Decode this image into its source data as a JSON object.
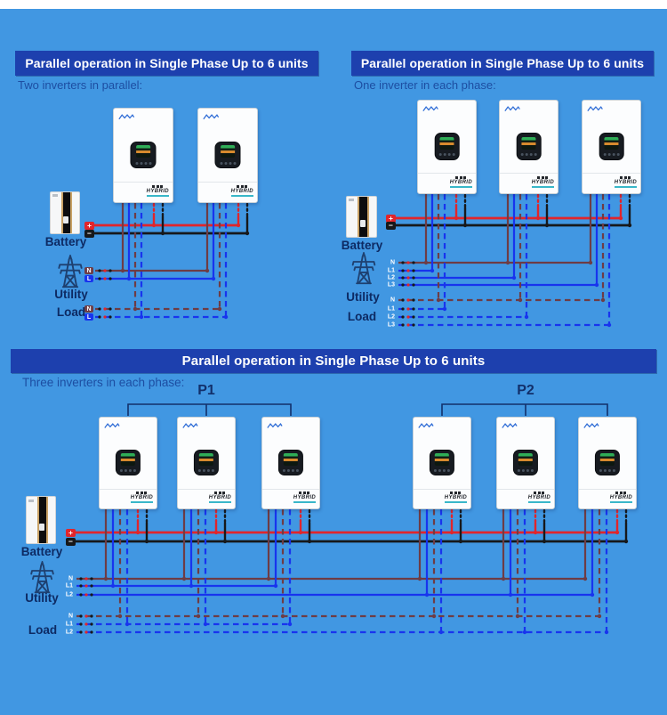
{
  "page": {
    "background_color": "#4197e2",
    "title_bar_color": "#1d40ae"
  },
  "panels": {
    "top_left": {
      "title": "Parallel operation in Single Phase Up to 6 units",
      "subtitle": "Two inverters in parallel:",
      "inverter_count": 2
    },
    "top_right": {
      "title": "Parallel operation in Single Phase Up to 6 units",
      "subtitle": "One inverter in each phase:",
      "inverter_count": 3
    },
    "bottom": {
      "title": "Parallel operation in Single Phase Up to 6 units",
      "subtitle": "Three inverters in each phase:",
      "inverter_count": 6,
      "group_labels": [
        "P1",
        "P2"
      ]
    }
  },
  "labels": {
    "battery": "Battery",
    "utility": "Utility",
    "load": "Load",
    "plus": "+",
    "minus": "−"
  },
  "wire_labels": {
    "top_left": {
      "utility": [
        "N",
        "L"
      ],
      "load": [
        "N",
        "L"
      ]
    },
    "top_right": {
      "utility": [
        "N",
        "L1",
        "L2",
        "L3"
      ],
      "load": [
        "N",
        "L1",
        "L2",
        "L3"
      ]
    },
    "bottom": {
      "utility": [
        "N",
        "L1",
        "L2"
      ],
      "load": [
        "N",
        "L1",
        "L2"
      ]
    }
  },
  "inverter": {
    "model_text": "HYBRID"
  },
  "wire_colors": {
    "battery_positive": "#e1252b",
    "battery_negative": "#17181a",
    "neutral": "#6e3c45",
    "line": "#1834ee"
  }
}
